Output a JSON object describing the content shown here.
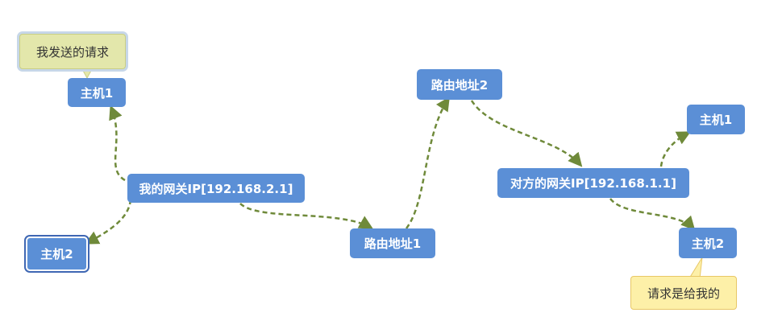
{
  "nodes": {
    "my_host1": "主机1",
    "my_host2": "主机2",
    "my_gateway": "我的网关IP[192.168.2.1]",
    "router1": "路由地址1",
    "router2": "路由地址2",
    "peer_gateway": "对方的网关IP[192.168.1.1]",
    "peer_host1": "主机1",
    "peer_host2": "主机2"
  },
  "callouts": {
    "sent_request": "我发送的请求",
    "request_for_me": "请求是给我的"
  },
  "colors": {
    "node_fill": "#5b8fd6",
    "connector": "#6f8a3a",
    "callout_green": "#e3e7ab",
    "callout_yellow": "#fdf0a8"
  }
}
